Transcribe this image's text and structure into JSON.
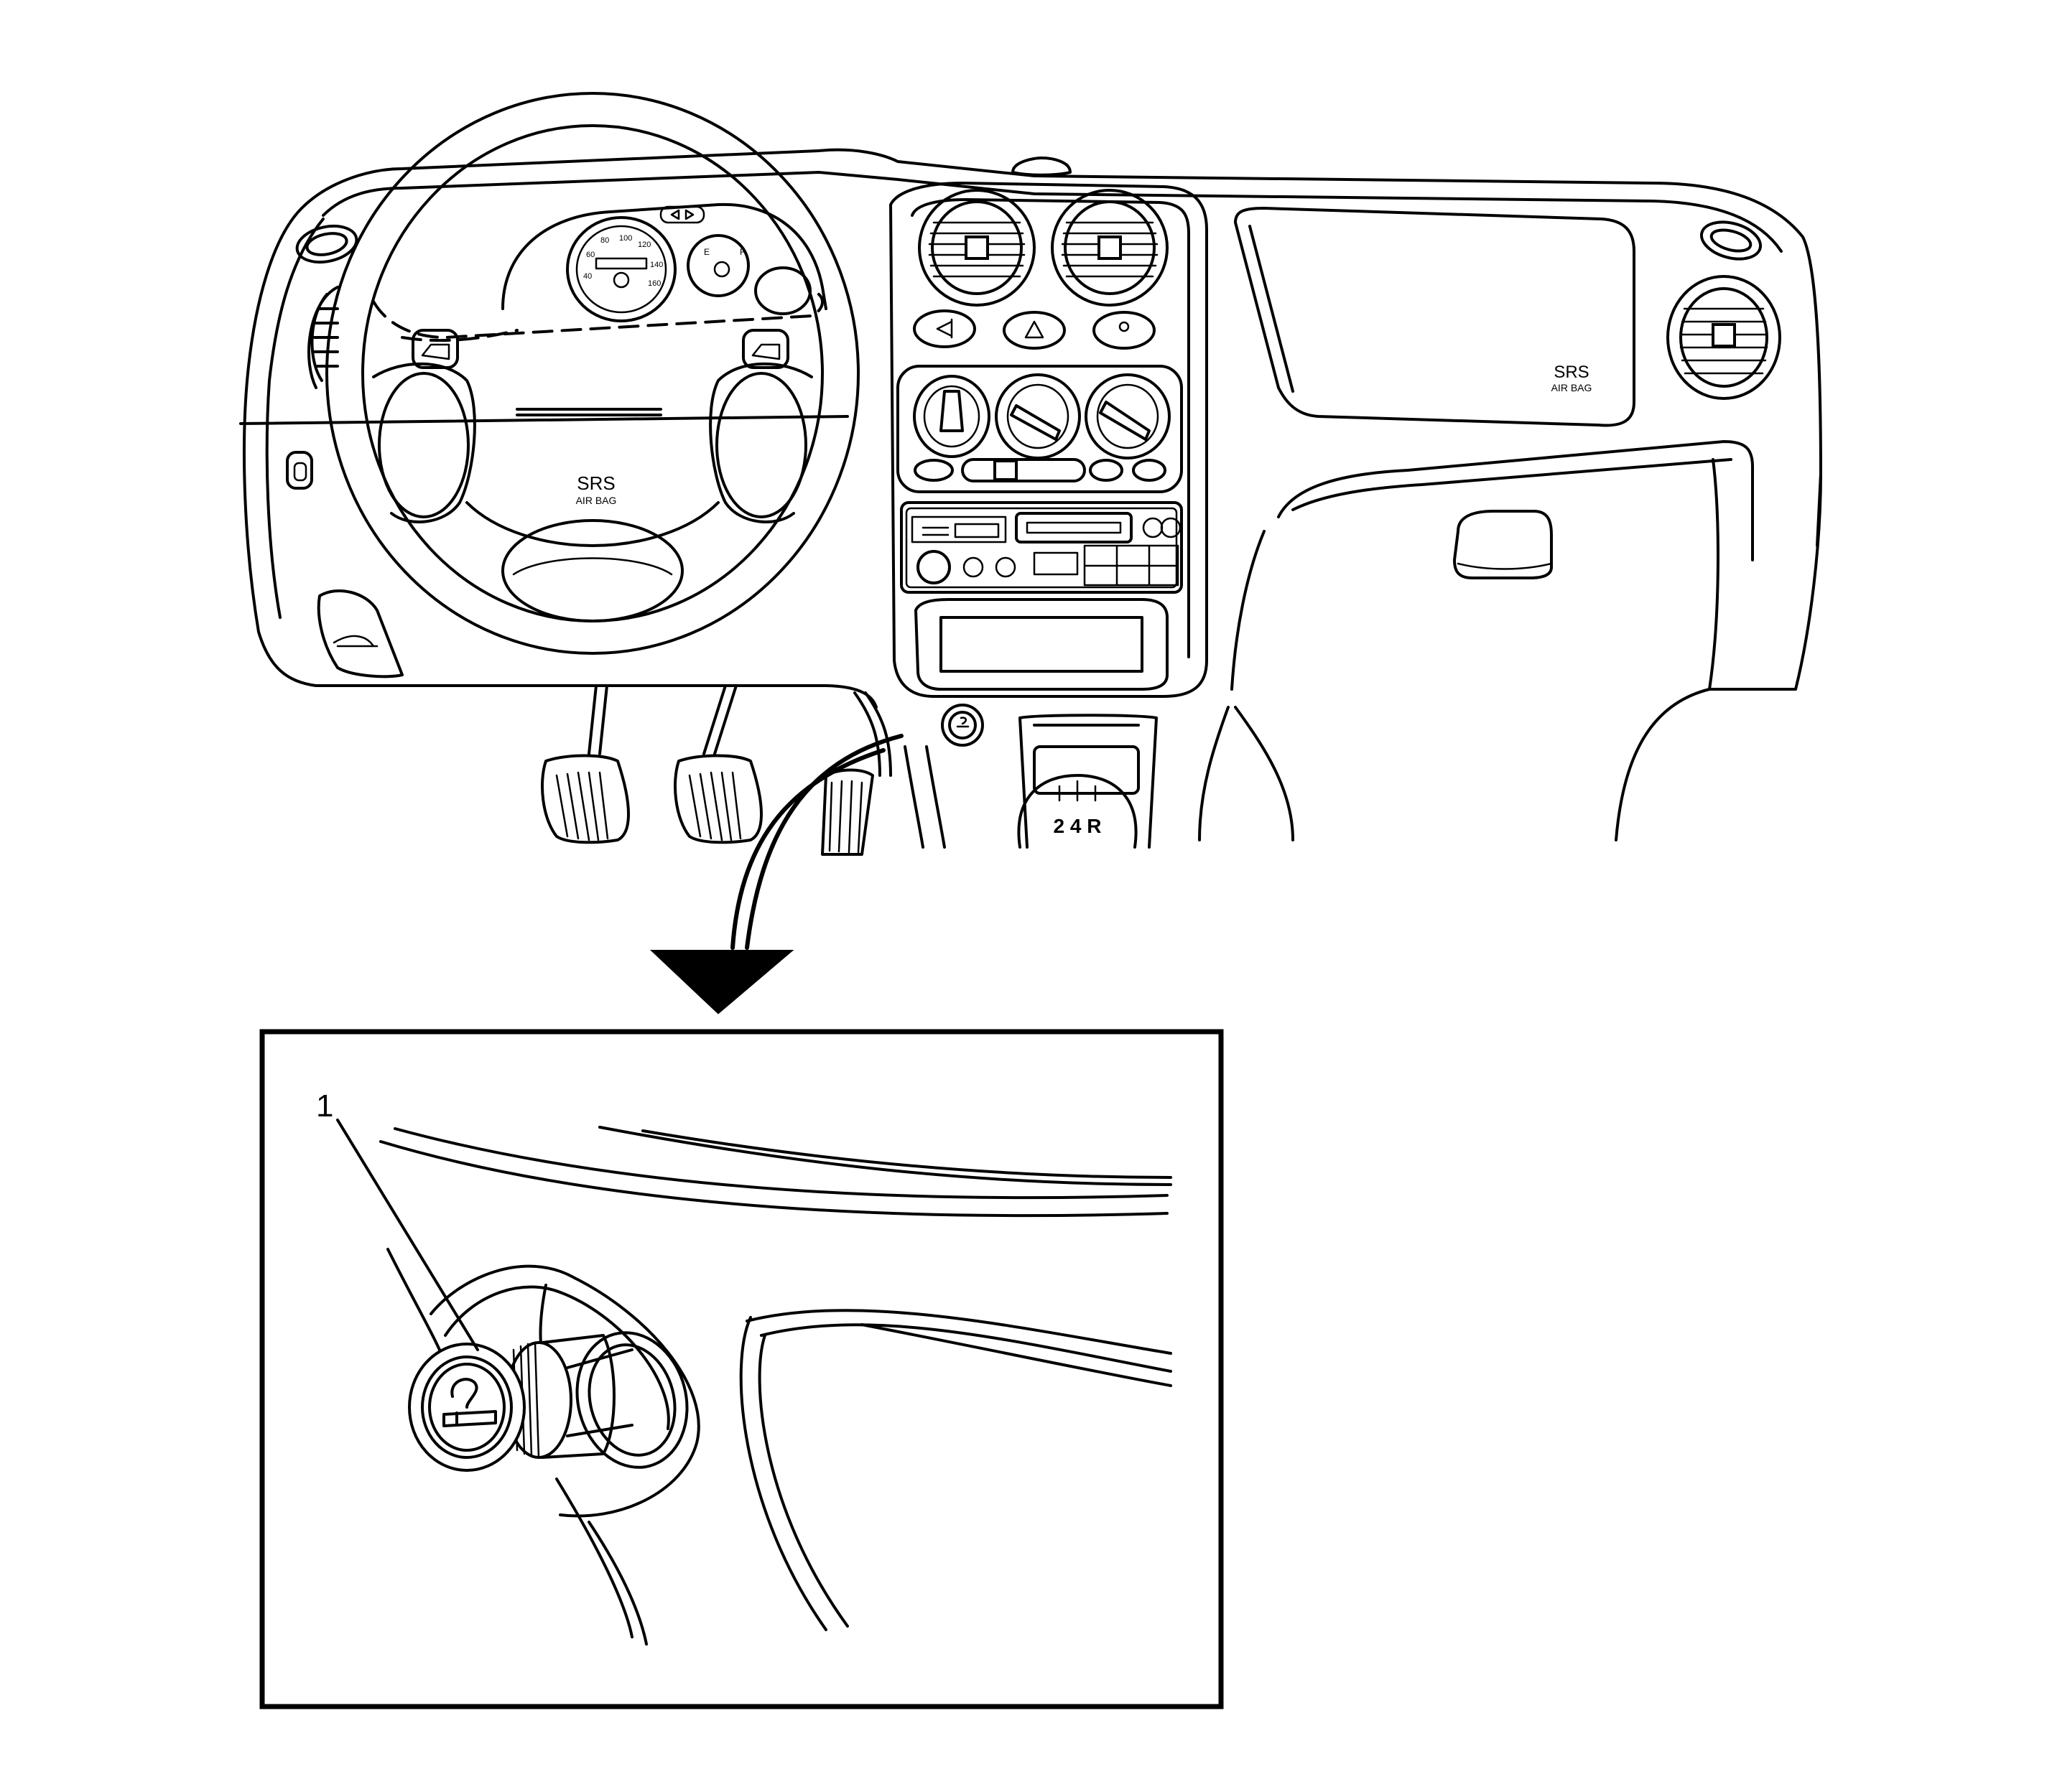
{
  "labels": {
    "srs_wheel": "SRS",
    "airbag_wheel": "AIR BAG",
    "srs_dash": "SRS",
    "airbag_dash": "AIR BAG",
    "callout_1": "1"
  },
  "gauges": {
    "speed_ticks": [
      "40",
      "60",
      "80",
      "100",
      "120",
      "140",
      "160"
    ],
    "fuel_e": "E",
    "fuel_f": "F"
  },
  "shifter": {
    "pattern": "2 4 R"
  }
}
